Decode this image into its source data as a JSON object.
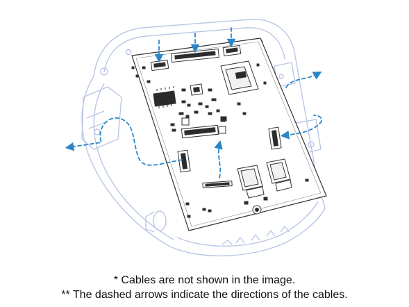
{
  "figure": {
    "colors": {
      "housing_line": "#b9c6e6",
      "pcb_line": "#333333",
      "arrow": "#2a86c8",
      "component_fill": "#2b2b2b"
    },
    "arrows_style": "dashed"
  },
  "notes": {
    "line1": "* Cables are not shown in the image.",
    "line2": "** The dashed arrows indicate the directions of the cables."
  }
}
